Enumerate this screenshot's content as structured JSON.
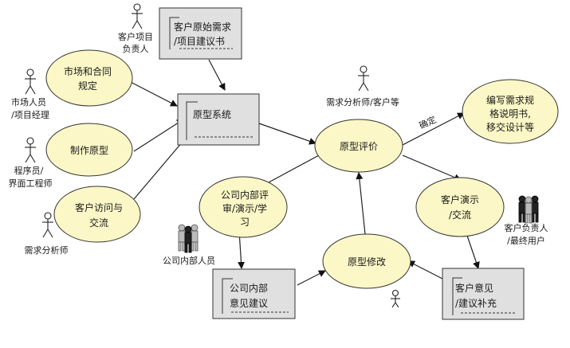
{
  "nodes": {
    "market": [
      "市场和合同",
      "规定"
    ],
    "make_proto": [
      "制作原型"
    ],
    "visit": [
      "客户访问与",
      "交流"
    ],
    "proto_system": [
      "原型系统"
    ],
    "orig_req": [
      "客户原始需求",
      "/项目建议书"
    ],
    "eval": [
      "原型评价"
    ],
    "spec": [
      "编写需求规",
      "格说明书,",
      "移交设计等"
    ],
    "internal_review": [
      "公司内部评",
      "审/演示/学",
      "习"
    ],
    "client_demo": [
      "客户演示",
      "/交流"
    ],
    "modify": [
      "原型修改"
    ],
    "internal_feedback": [
      "公司内部",
      "意见建议"
    ],
    "client_feedback": [
      "客户意见",
      "/建议补充"
    ]
  },
  "actors": {
    "project_owner": [
      "客户项目",
      "负责人"
    ],
    "market_staff": [
      "市场人员",
      "/项目经理"
    ],
    "programmer": [
      "程序员/",
      "界面工程师"
    ],
    "analyst": [
      "需求分析师"
    ],
    "analyst_client": [
      "需求分析师/客户等"
    ],
    "company_staff": [
      "公司内部人员"
    ],
    "client_users": [
      "客户负责人",
      "/最终用户"
    ]
  },
  "edge_labels": {
    "confirm": "确定"
  }
}
